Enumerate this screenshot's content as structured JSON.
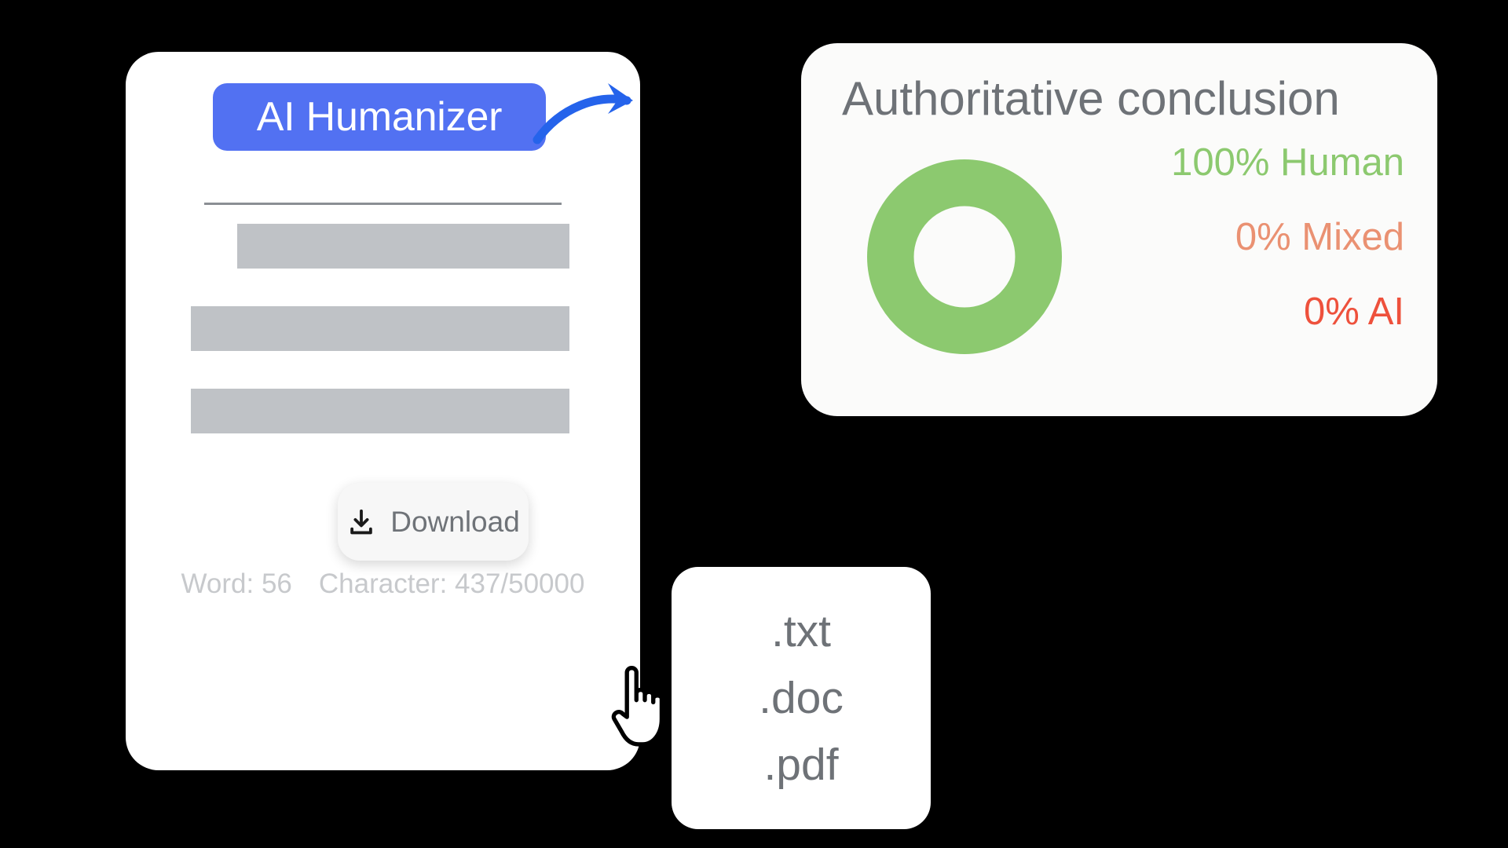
{
  "theme": {
    "background": "#000000",
    "badge_blue": "#5271F2",
    "card_white": "#ffffff",
    "result_card_bg": "#fbfbfa",
    "placeholder_gray": "#bfc2c6",
    "muted_text": "#6e7277",
    "stats_text": "#c7c9cc",
    "human_green": "#8cc96f",
    "mixed_orange": "#ea9172",
    "ai_red": "#ee513c",
    "arrow_blue": "#2563eb"
  },
  "editor": {
    "badge_label": "AI Humanizer",
    "download": {
      "label": "Download",
      "icon": "download-icon"
    },
    "stats": {
      "word_label": "Word: 56",
      "character_label": "Character: 437/50000",
      "word_count": 56,
      "character_count": 437,
      "character_limit": 50000
    },
    "placeholder_bars": [
      {
        "name": "text-line-1"
      },
      {
        "name": "text-line-2"
      },
      {
        "name": "text-line-3"
      }
    ]
  },
  "arrow": {
    "icon": "curved-arrow-right-icon",
    "color": "#2563eb"
  },
  "result": {
    "title": "Authoritative conclusion",
    "scores": [
      {
        "label": "100% Human",
        "value": 100,
        "category": "Human",
        "color": "#8cc96f"
      },
      {
        "label": "0% Mixed",
        "value": 0,
        "category": "Mixed",
        "color": "#ea9172"
      },
      {
        "label": "0% AI",
        "value": 0,
        "category": "AI",
        "color": "#ee513c"
      }
    ],
    "donut": {
      "icon": "donut-chart-icon",
      "filled_percent": 100,
      "fill_color": "#8cc96f",
      "track_color": "#ffffff"
    }
  },
  "file_formats": {
    "options": [
      {
        "label": ".txt"
      },
      {
        "label": ".doc"
      },
      {
        "label": ".pdf"
      }
    ]
  },
  "cursor": {
    "icon": "pointing-hand-cursor-icon"
  },
  "chart_data": {
    "type": "pie",
    "title": "Authoritative conclusion",
    "categories": [
      "Human",
      "Mixed",
      "AI"
    ],
    "values": [
      100,
      0,
      0
    ],
    "labels": [
      "100% Human",
      "0% Mixed",
      "0% AI"
    ],
    "colors": [
      "#8cc96f",
      "#ea9172",
      "#ee513c"
    ],
    "unit": "%",
    "legend": "right",
    "donut": true,
    "inner_radius_ratio": 0.62
  }
}
